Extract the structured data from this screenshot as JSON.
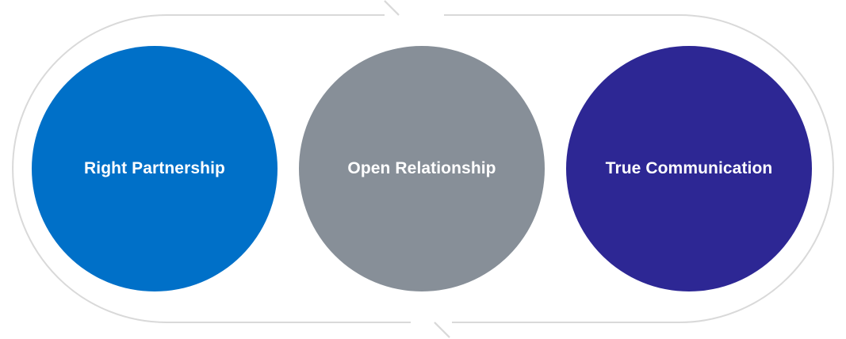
{
  "diagram": {
    "nodes": [
      {
        "label": "Right Partnership",
        "color": "#0070c8"
      },
      {
        "label": "Open Relationship",
        "color": "#878f98"
      },
      {
        "label": "True Communication",
        "color": "#2d2794"
      }
    ],
    "frame_color": "#d9d9d9"
  }
}
